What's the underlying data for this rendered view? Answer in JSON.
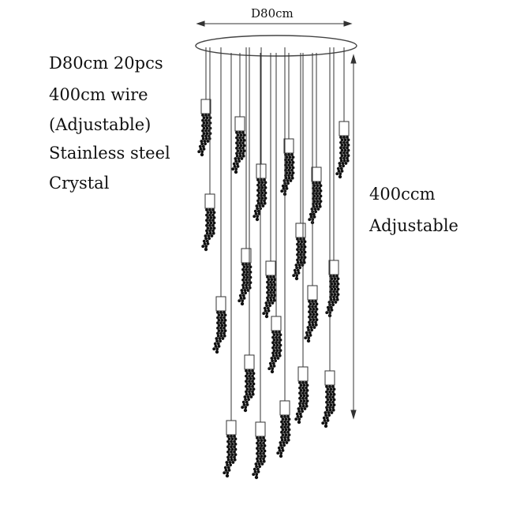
{
  "dimension_top": "D80cm",
  "specs": [
    "D80cm 20pcs",
    "400cm wire",
    "(Adjustable)",
    "Stainless steel",
    "Crystal"
  ],
  "height": {
    "value": "400ccm",
    "note": "Adjustable"
  },
  "colors": {
    "line": "#333333",
    "crystal": "#111111"
  }
}
